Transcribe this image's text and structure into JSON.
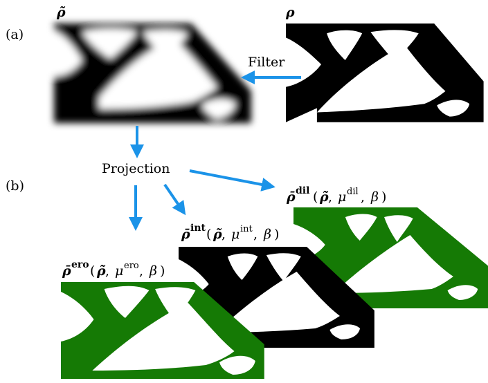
{
  "labels": {
    "panel_a": "(a)",
    "panel_b": "(b)",
    "filtered_symbol": "ρ̃",
    "density_symbol": "ρ",
    "filter": "Filter",
    "projection": "Projection"
  },
  "designs": {
    "dilated": {
      "symbol": "ρ̄",
      "superscript": "dil",
      "args_open": "(",
      "arg1": "ρ̃",
      "arg_sep1": ", ",
      "mu": "μ",
      "mu_sup": "dil",
      "arg_sep2": ", ",
      "beta": "β",
      "args_close": ")",
      "color": "#157a05"
    },
    "intermediate": {
      "symbol": "ρ̄",
      "superscript": "int",
      "args_open": "(",
      "arg1": "ρ̃",
      "arg_sep1": ", ",
      "mu": "μ",
      "mu_sup": "int",
      "arg_sep2": ", ",
      "beta": "β",
      "args_close": ")",
      "color": "#000000"
    },
    "eroded": {
      "symbol": "ρ̄",
      "superscript": "ero",
      "args_open": "(",
      "arg1": "ρ̃",
      "arg_sep1": ", ",
      "mu": "μ",
      "mu_sup": "ero",
      "arg_sep2": ", ",
      "beta": "β",
      "args_close": ")",
      "color": "#157a05"
    }
  },
  "colors": {
    "arrow": "#1b93e8",
    "solid": "#000000",
    "green": "#157a05"
  }
}
